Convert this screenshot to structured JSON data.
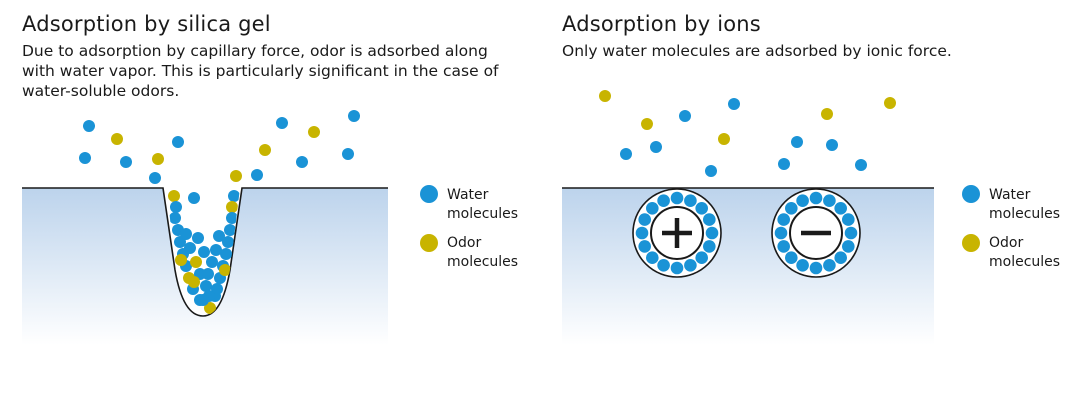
{
  "left_panel": {
    "title": "Adsorption by silica gel",
    "description": "Due to adsorption by capillary force, odor is adsorbed along with water vapor. This is particularly significant in the case of water-soluble odors.",
    "legend": {
      "water": [
        "Water",
        "molecules"
      ],
      "odor": [
        "Odor",
        "molecules"
      ]
    }
  },
  "right_panel": {
    "title": "Adsorption by ions",
    "description": "Only water molecules are adsorbed by ionic force.",
    "legend": {
      "water": [
        "Water",
        "molecules"
      ],
      "odor": [
        "Odor",
        "molecules"
      ]
    },
    "ions": [
      "positive",
      "negative"
    ]
  },
  "colors": {
    "water": "#1a93d6",
    "odor": "#c8b400",
    "surface_top": "#bcd3ec",
    "surface_bottom": "#ffffff"
  }
}
